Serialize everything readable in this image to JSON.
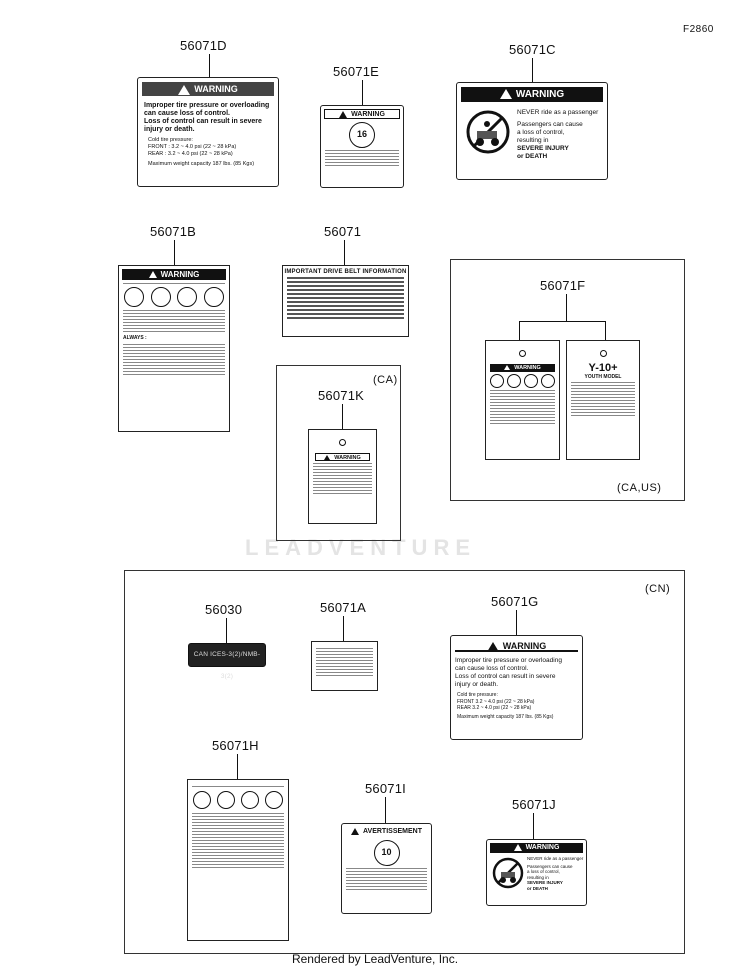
{
  "figure_code": "F2860",
  "watermark": "LEADVENTURE",
  "footer": "Rendered by LeadVenture, Inc.",
  "regions": {
    "ca": "(CA)",
    "ca_us": "(CA,US)",
    "cn": "(CN)"
  },
  "parts": {
    "p56071D": {
      "number": "56071D",
      "header": "WARNING",
      "lines": [
        "Improper tire pressure or overloading",
        "can cause loss of control.",
        "Loss of control can result in severe",
        "injury or death."
      ],
      "tire": [
        "Cold tire pressure:",
        "FRONT : 3.2 ~ 4.0 psi (22 ~ 28 kPa)",
        "REAR   : 3.2 ~ 4.0 psi (22 ~ 28 kPa)"
      ],
      "max": "Maximum weight capacity 187 lbs. (85 Kgs)"
    },
    "p56071E": {
      "number": "56071E",
      "header": "WARNING",
      "badge": "16"
    },
    "p56071C": {
      "number": "56071C",
      "header": "WARNING",
      "lines": [
        "NEVER ride as a passenger",
        "Passengers can cause",
        "a loss of control,",
        "resulting in",
        "SEVERE INJURY",
        "or DEATH"
      ]
    },
    "p56071B": {
      "number": "56071B",
      "header": "WARNING",
      "always": "ALWAYS :"
    },
    "p56071": {
      "number": "56071",
      "header": "IMPORTANT DRIVE BELT INFORMATION"
    },
    "p56071F": {
      "number": "56071F",
      "header_left": "WARNING",
      "header_right": "Y-10+",
      "sub_right": "YOUTH MODEL"
    },
    "p56071K": {
      "number": "56071K",
      "header": "WARNING"
    },
    "p56030": {
      "number": "56030",
      "text": "CAN ICES-3(2)/NMB-3(2)"
    },
    "p56071A": {
      "number": "56071A"
    },
    "p56071G": {
      "number": "56071G",
      "header": "WARNING",
      "lines": [
        "Improper tire pressure or overloading",
        "can cause loss of control.",
        "Loss of control can result in severe",
        "injury or death."
      ],
      "tire": [
        "Cold tire pressure:",
        "FRONT  3.2 ~ 4.0 psi (22 ~ 28 kPa)",
        "REAR   3.2 ~ 4.0 psi (22 ~ 28 kPa)"
      ],
      "max": "Maximum weight capacity 187 lbs. (85 Kgs)"
    },
    "p56071H": {
      "number": "56071H"
    },
    "p56071I": {
      "number": "56071I",
      "header": "AVERTISSEMENT",
      "badge": "10"
    },
    "p56071J": {
      "number": "56071J",
      "header": "WARNING",
      "lines": [
        "NEVER ride as a passenger",
        "Passengers can cause",
        "a loss of control,",
        "resulting in",
        "SEVERE INJURY",
        "or DEATH"
      ]
    }
  }
}
